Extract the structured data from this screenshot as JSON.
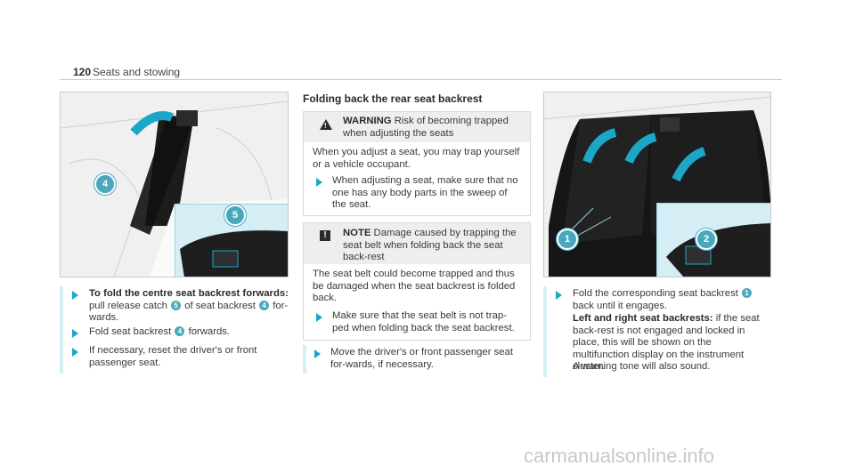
{
  "header": {
    "page_number": "120",
    "section": "Seats and stowing"
  },
  "col1": {
    "callout_4": "4",
    "callout_5": "5",
    "step1": {
      "title": "To fold the centre seat backrest forwards:",
      "t1": " pull release catch ",
      "ref1": "5",
      "t2": " of seat backrest ",
      "ref2": "4",
      "t3": " for-wards."
    },
    "step2": {
      "t1": "Fold seat backrest ",
      "ref": "4",
      "t2": " forwards."
    },
    "step3": {
      "text": "If necessary, reset the driver's or front passenger seat."
    }
  },
  "col2": {
    "heading": "Folding back the rear seat backrest",
    "warning": {
      "icon": "warning-triangle-icon",
      "label": "WARNING",
      "title": " Risk of becoming trapped when adjusting the seats",
      "body": "When you adjust a seat, you may trap yourself or a vehicle occupant.",
      "step": "When adjusting a seat, make sure that no one has any body parts in the sweep of the seat."
    },
    "note": {
      "icon": "!",
      "label": "NOTE",
      "title": " Damage caused by trapping the seat belt when folding back the seat back-rest",
      "body": "The seat belt could become trapped and thus be damaged when the seat backrest is folded back.",
      "step": "Make sure that the seat belt is not trap-ped when folding back the seat backrest."
    },
    "step_after": "Move the driver's or front passenger seat for-wards, if necessary."
  },
  "col3": {
    "callout_1": "1",
    "callout_2": "2",
    "step1": {
      "t1": "Fold the corresponding seat backrest ",
      "ref": "1",
      "t2": " back until it engages."
    },
    "lr_title": "Left and right seat backrests:",
    "lr_text": " if the seat back-rest is not engaged and locked in place, this will be shown on the multifunction display on the instrument cluster.",
    "tone": "A warning tone will also sound."
  },
  "watermark": "carmanualsonline.info",
  "colors": {
    "accent": "#4aa8bd",
    "arrow": "#1ca7c9",
    "bar": "#d6eff5"
  }
}
